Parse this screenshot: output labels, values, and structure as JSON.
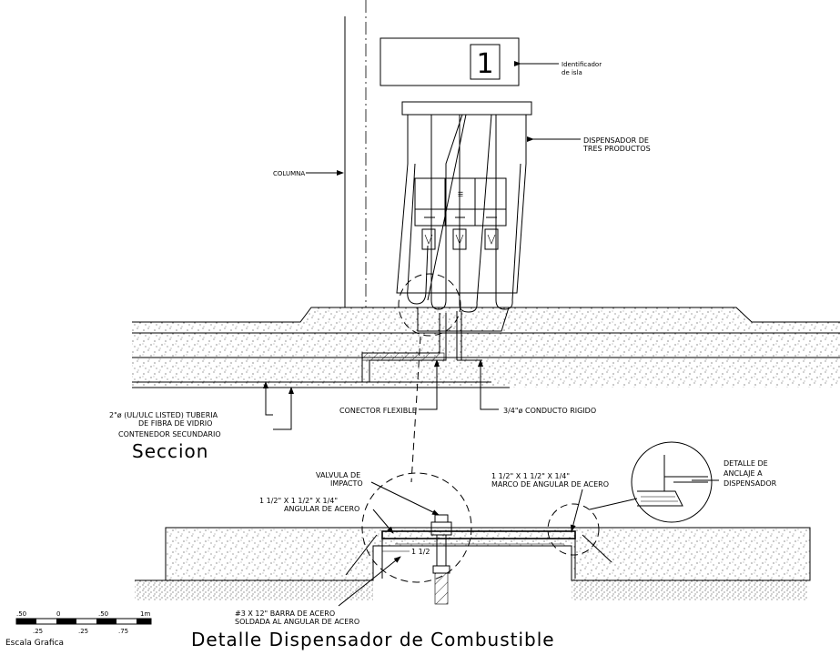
{
  "section": {
    "island_number": "1",
    "labels": {
      "identificador": [
        "Identificador",
        "de isla"
      ],
      "dispensador": [
        "DISPENSADOR DE",
        "TRES PRODUCTOS"
      ],
      "columna": "COLUMNA",
      "tuberia": [
        "2\"ø (UL/ULC LISTED) TUBERIA",
        "DE FIBRA DE VIDRIO"
      ],
      "contenedor": "CONTENEDOR SECUNDARIO",
      "conector": "CONECTOR FLEXIBLE",
      "conducto": "3/4\"ø CONDUCTO RIGIDO"
    },
    "title": "Seccion"
  },
  "detail": {
    "labels": {
      "valvula": [
        "VALVULA DE",
        "IMPACTO"
      ],
      "angular": [
        "1 1/2\" X 1 1/2\" X 1/4\"",
        "ANGULAR DE ACERO"
      ],
      "marco": [
        "1 1/2\" X 1 1/2\" X 1/4\"",
        "MARCO DE ANGULAR DE ACERO"
      ],
      "anclaje": [
        "DETALLE DE",
        "ANCLAJE A",
        "DISPENSADOR"
      ],
      "barra": [
        "#3 X 12\" BARRA DE ACERO",
        "SOLDADA AL ANGULAR DE ACERO"
      ],
      "dim": "1 1/2"
    },
    "title": "Detalle Dispensador de Combustible"
  },
  "scale": {
    "top_ticks": [
      ".50",
      "0",
      ".50",
      "1m"
    ],
    "bottom_ticks": [
      ".25",
      ".25",
      ".75"
    ],
    "label": "Escala Grafica"
  }
}
